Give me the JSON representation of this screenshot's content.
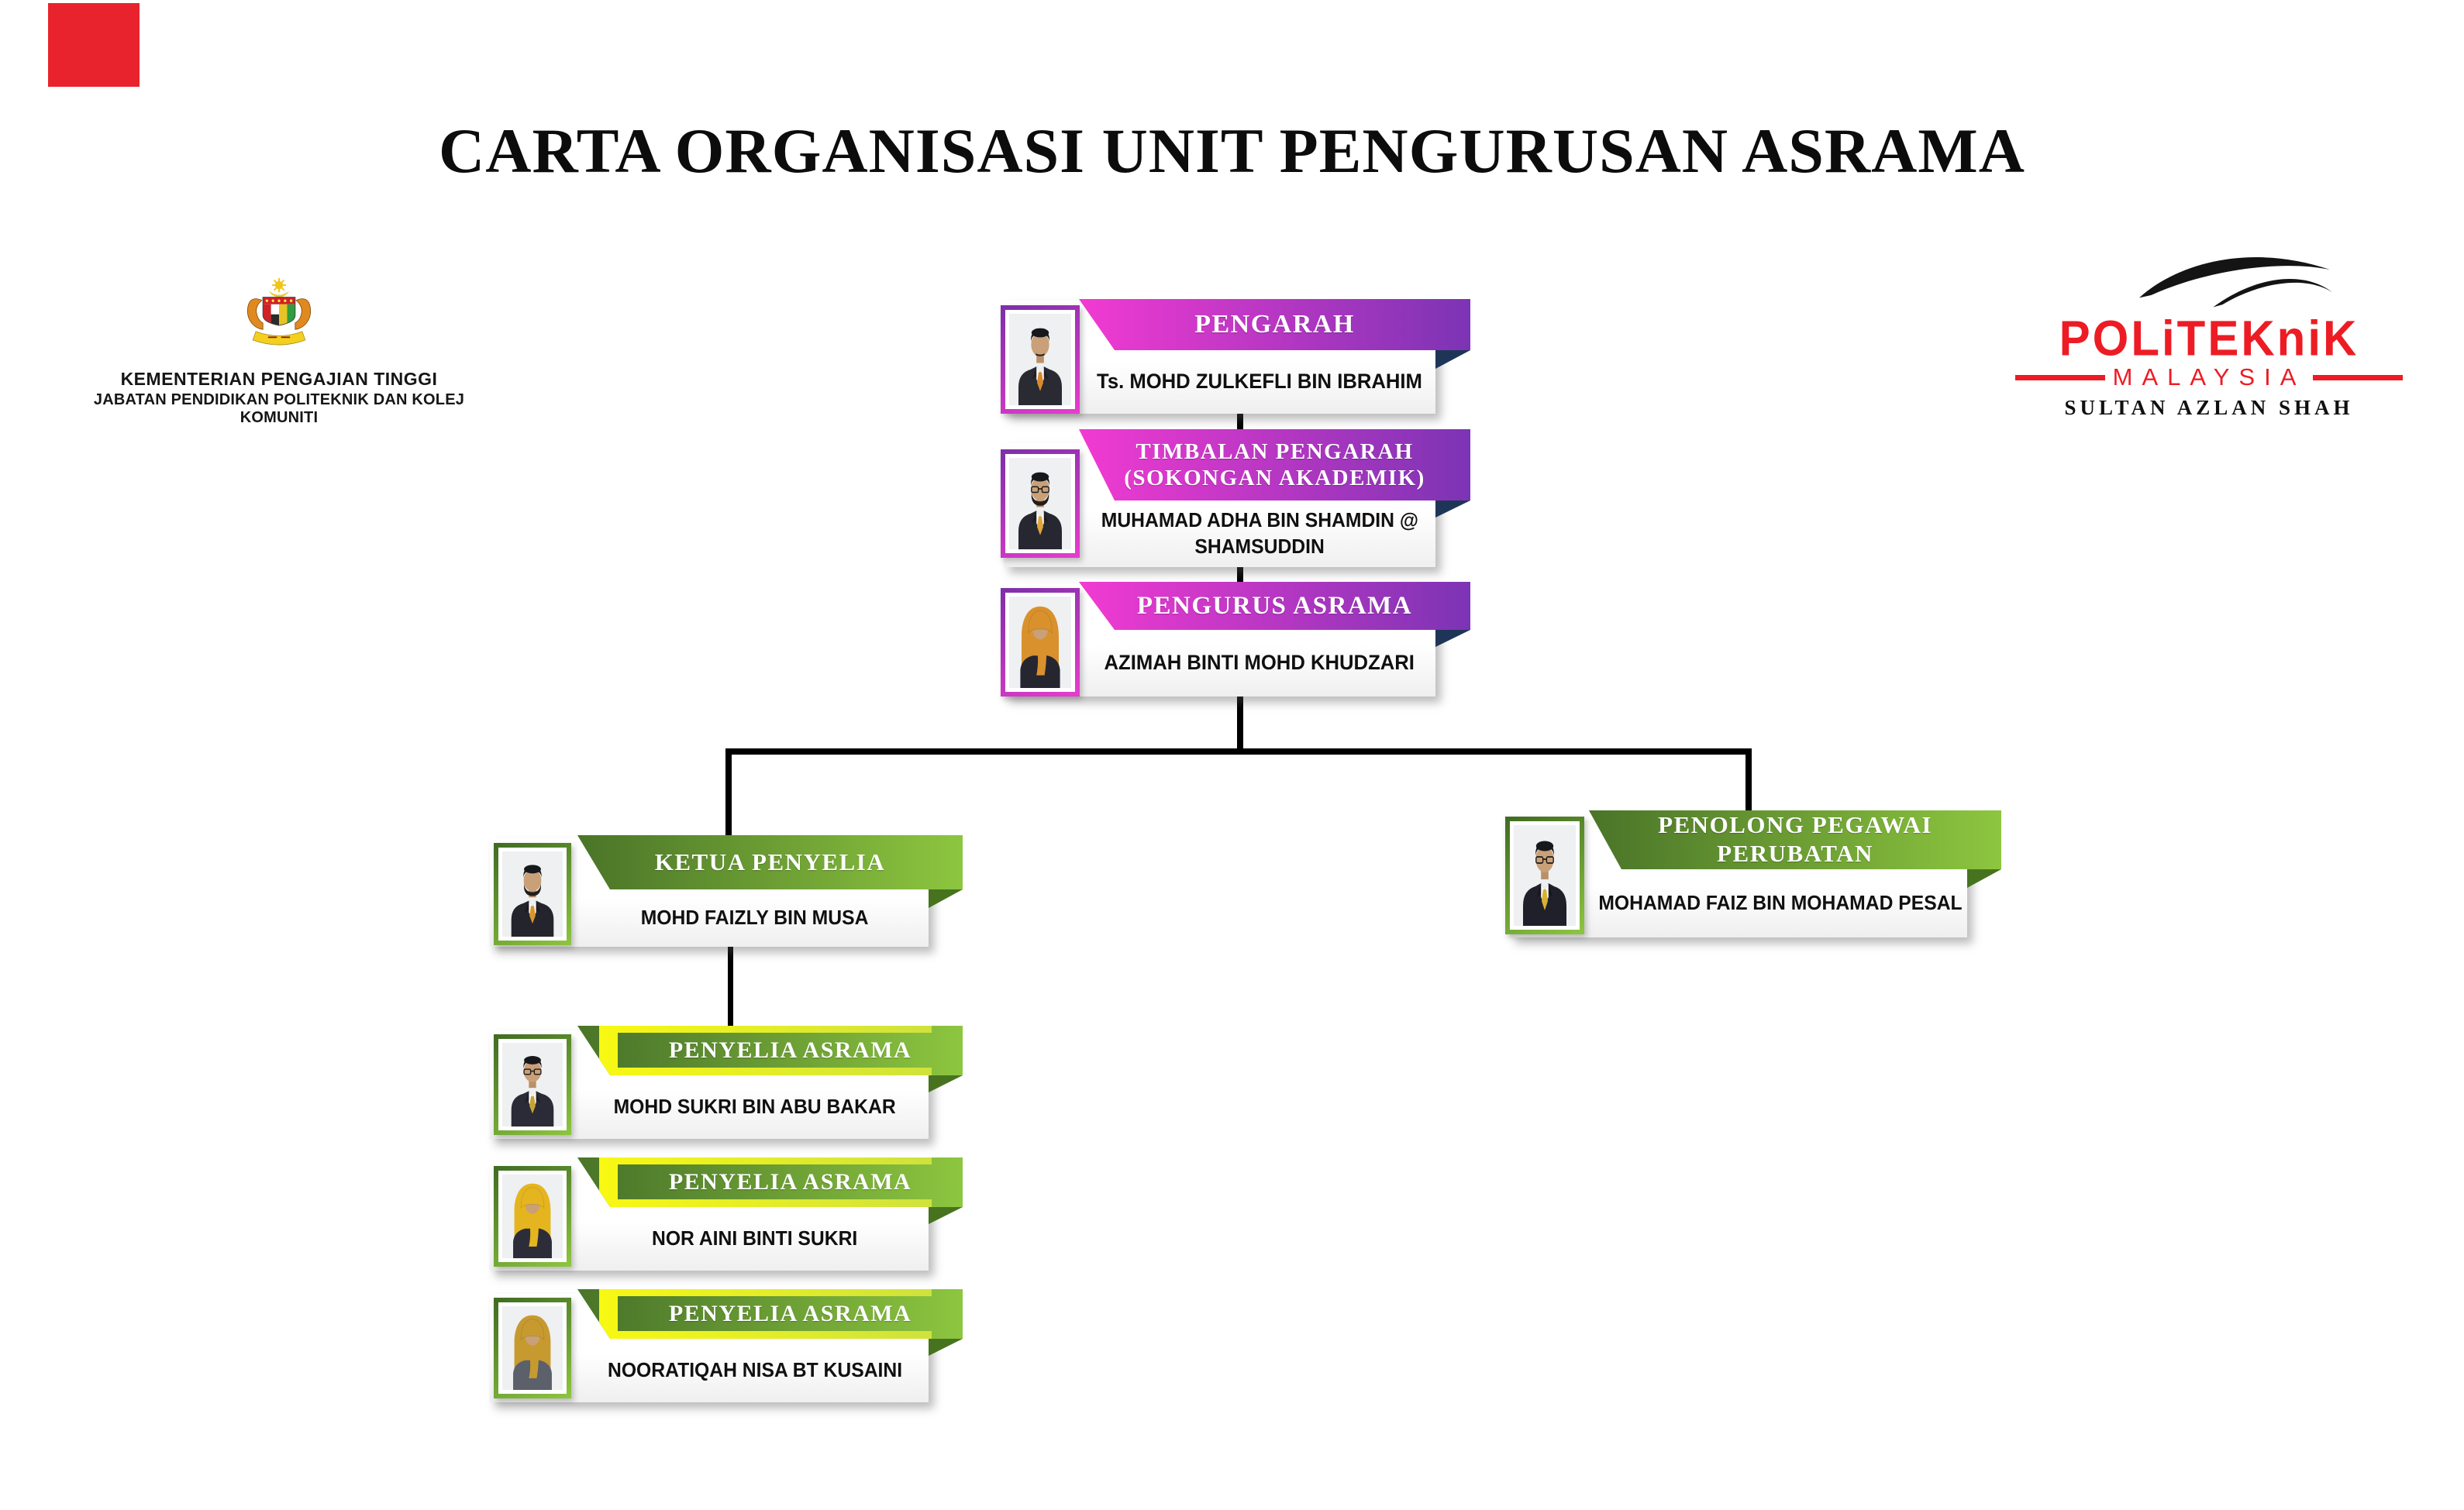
{
  "page": {
    "title": "CARTA ORGANISASI UNIT PENGURUSAN ASRAMA"
  },
  "ministry": {
    "line1": "KEMENTERIAN PENGAJIAN TINGGI",
    "line2": "JABATAN PENDIDIKAN POLITEKNIK DAN KOLEJ KOMUNITI"
  },
  "brand": {
    "wordmark": "POLiTEKniK",
    "country": "MALAYSIA",
    "campus": "SULTAN AZLAN SHAH"
  },
  "org": {
    "pengarah": {
      "role": "PENGARAH",
      "name": "Ts. MOHD ZULKEFLI BIN IBRAHIM"
    },
    "timbalan": {
      "role1": "TIMBALAN PENGARAH",
      "role2": "(SOKONGAN AKADEMIK)",
      "name1": "MUHAMAD ADHA BIN SHAMDIN @",
      "name2": "SHAMSUDDIN"
    },
    "pengurus": {
      "role": "PENGURUS ASRAMA",
      "name": "AZIMAH BINTI MOHD KHUDZARI"
    },
    "ketua": {
      "role": "KETUA PENYELIA",
      "name": "MOHD FAIZLY BIN MUSA"
    },
    "penolong": {
      "role": "PENOLONG PEGAWAI PERUBATAN",
      "name": "MOHAMAD FAIZ BIN MOHAMAD PESAL"
    },
    "penyelia1": {
      "role": "PENYELIA ASRAMA",
      "name": "MOHD SUKRI BIN ABU BAKAR"
    },
    "penyelia2": {
      "role": "PENYELIA ASRAMA",
      "name": "NOR AINI BINTI SUKRI"
    },
    "penyelia3": {
      "role": "PENYELIA ASRAMA",
      "name": "NOORATIQAH NISA BT KUSAINI"
    }
  },
  "colors": {
    "banner_pink_left": "#F23AD2",
    "banner_pink_right": "#7C34B4",
    "fold_navy": "#1F3557",
    "banner_green_left": "#4A7428",
    "banner_green_right": "#8DC63F",
    "fold_green": "#47731F",
    "accent_yellow": "#F6F612",
    "brand_red": "#ED1C24",
    "connector_black": "#000000"
  }
}
